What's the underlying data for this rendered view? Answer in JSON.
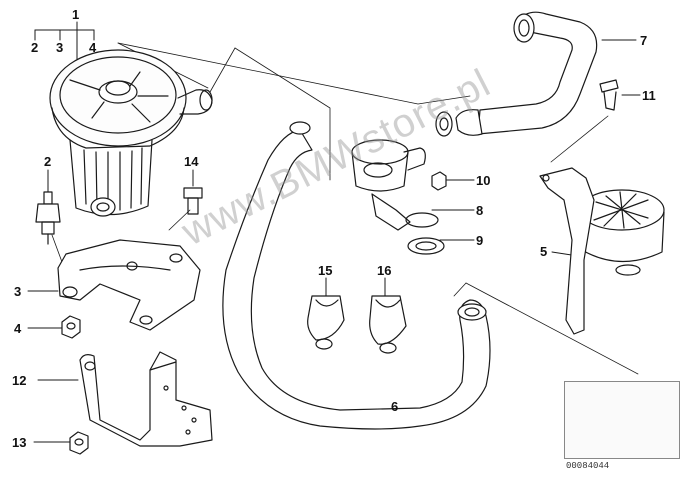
{
  "diagram": {
    "watermark": "www.BMWstore.pl",
    "catalog_code": "00084044",
    "callouts": [
      {
        "id": "1",
        "text": "1"
      },
      {
        "id": "2a",
        "text": "2"
      },
      {
        "id": "3a",
        "text": "3"
      },
      {
        "id": "4a",
        "text": "4"
      },
      {
        "id": "2",
        "text": "2"
      },
      {
        "id": "14",
        "text": "14"
      },
      {
        "id": "3",
        "text": "3"
      },
      {
        "id": "4",
        "text": "4"
      },
      {
        "id": "12",
        "text": "12"
      },
      {
        "id": "13",
        "text": "13"
      },
      {
        "id": "7",
        "text": "7"
      },
      {
        "id": "11",
        "text": "11"
      },
      {
        "id": "10",
        "text": "10"
      },
      {
        "id": "8",
        "text": "8"
      },
      {
        "id": "9",
        "text": "9"
      },
      {
        "id": "5",
        "text": "5"
      },
      {
        "id": "15",
        "text": "15"
      },
      {
        "id": "16",
        "text": "16"
      },
      {
        "id": "6",
        "text": "6"
      }
    ]
  }
}
